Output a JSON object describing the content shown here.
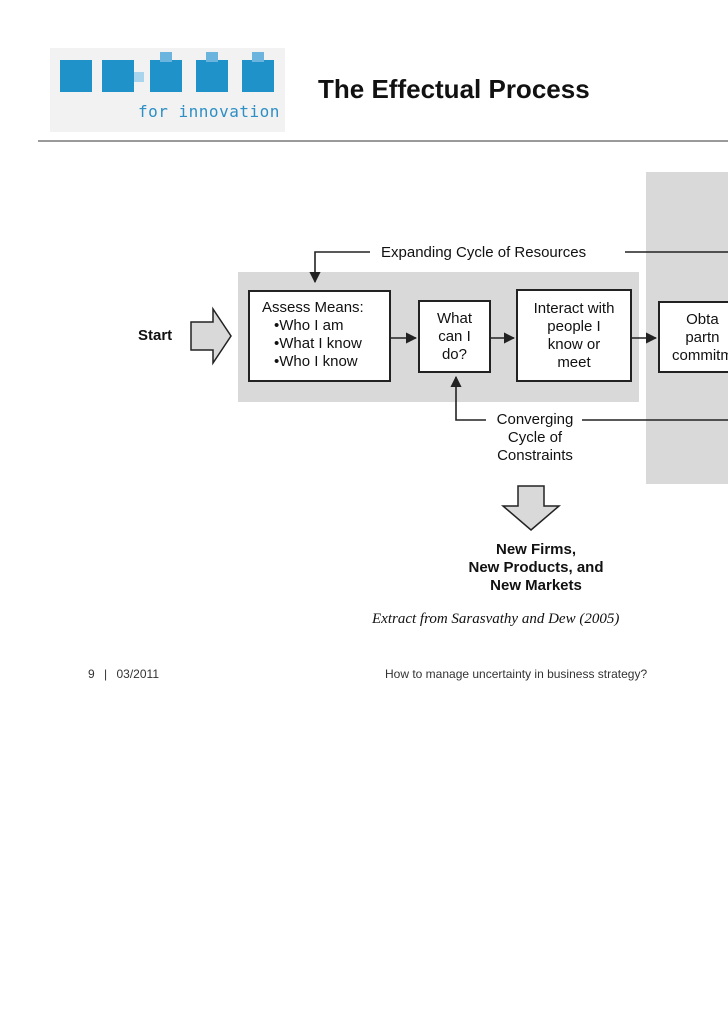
{
  "logo": {
    "tagline": "for innovation"
  },
  "title": "The Effectual Process",
  "diagram": {
    "start_label": "Start",
    "means": {
      "title": "Assess Means:",
      "items": [
        "•Who I am",
        "•What I know",
        "•Who I know"
      ]
    },
    "what_can_i_do": "What\ncan I\ndo?",
    "interact": "Interact with\npeople I\nknow or\nmeet",
    "obtain_partial": "Obta\npartn\ncommitm",
    "expanding_cycle": "Expanding Cycle of Resources",
    "converging_cycle": "Converging\nCycle of\nConstraints",
    "outcome": "New Firms,\nNew Products, and\nNew Markets"
  },
  "caption": "Extract from  Sarasvathy  and Dew (2005)",
  "footer": {
    "page": "9",
    "separator": "|",
    "date": "03/2011",
    "subtitle": "How to manage uncertainty in business strategy?"
  },
  "colors": {
    "brand_blue": "#1f93c9",
    "panel_gray": "#d9d9d9"
  }
}
